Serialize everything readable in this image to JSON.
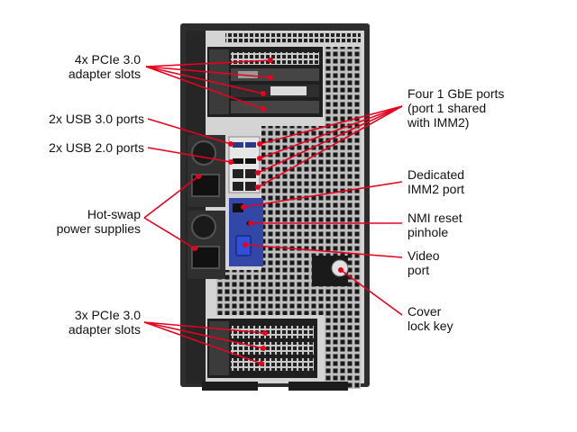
{
  "callouts": {
    "pcie_top": "4x PCIe 3.0\nadapter slots",
    "usb3": "2x USB 3.0 ports",
    "usb2": "2x USB 2.0 ports",
    "psu": "Hot-swap\npower supplies",
    "pcie_bottom": "3x PCIe 3.0\nadapter slots",
    "gbe": "Four 1 GbE ports\n(port 1 shared\nwith IMM2)",
    "imm2": "Dedicated\nIMM2 port",
    "nmi": "NMI reset\npinhole",
    "video": "Video\nport",
    "cover": "Cover\nlock key"
  },
  "colors": {
    "leader": "#e8001c",
    "chassis_frame": "#3a3a3a",
    "chassis_panel": "#d7d7d7",
    "chassis_dark": "#1c1c1c",
    "io_panel": "#3347a8"
  }
}
